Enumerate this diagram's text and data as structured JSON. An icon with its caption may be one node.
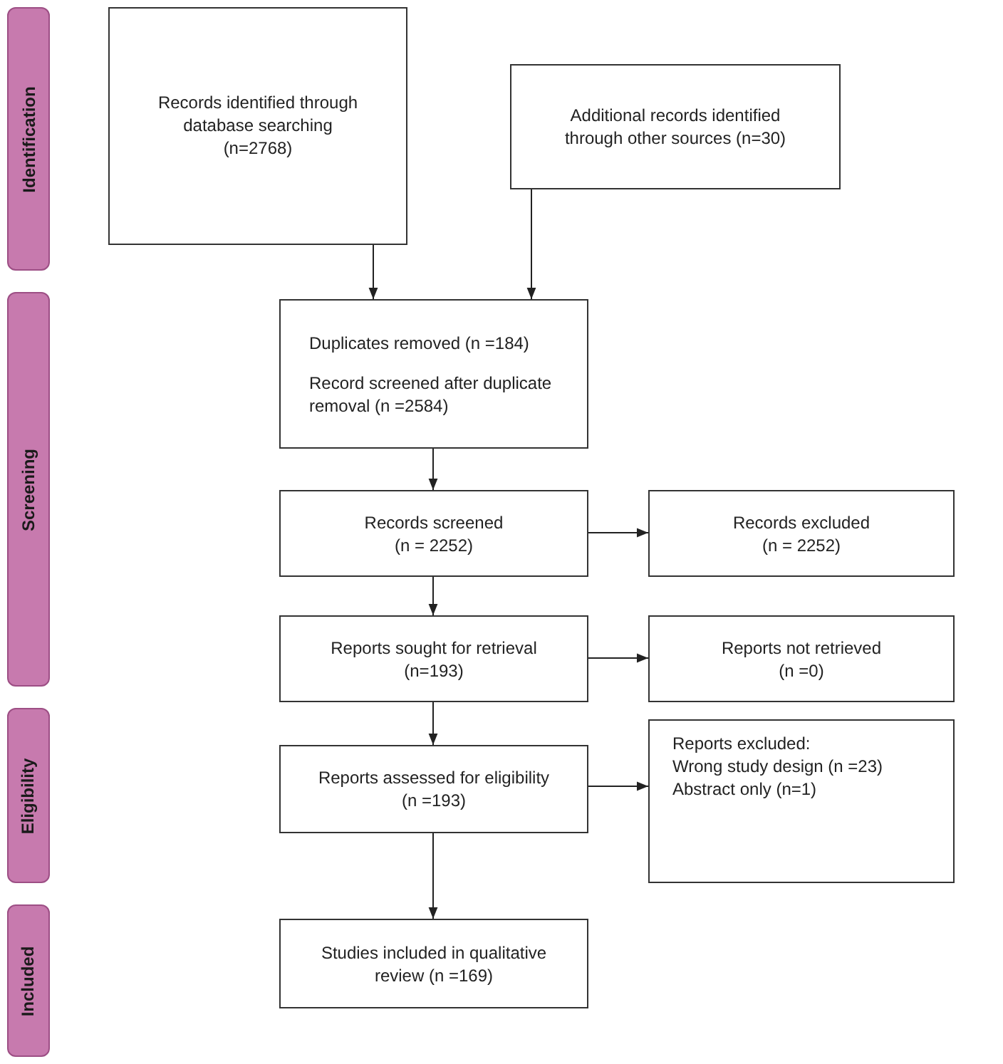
{
  "diagram": {
    "nodes": [
      {
        "text": [
          "Identification"
        ]
      },
      {
        "text": [
          "Records identified through database searching (n=2768)"
        ]
      },
      {
        "text": [
          "Additional records identified through other sources (n=30)"
        ]
      },
      {
        "text": [
          "Screening"
        ]
      },
      {
        "text": [
          "Duplicates removed (n =184)",
          "Record screened after duplicate removal (n =2584)"
        ]
      },
      {
        "text": [
          "Records screened (n = 2252)"
        ]
      },
      {
        "text": [
          "Records excluded (n = 2252)"
        ]
      },
      {
        "text": [
          "Reports sought for retrieval (n=193)"
        ]
      },
      {
        "text": [
          "Reports not retrieved (n =0)"
        ]
      },
      {
        "text": [
          "Eligibility"
        ]
      },
      {
        "text": [
          "Reports assessed for eligibility (n =193)"
        ]
      },
      {
        "text": [
          "Reports excluded:",
          "Wrong study design (n =23)",
          "Abstract only (n=1)"
        ]
      },
      {
        "text": [
          "Included"
        ]
      },
      {
        "text": [
          "Studies included in qualitative review (n =169)"
        ]
      }
    ],
    "edges": [
      {
        "from": 1,
        "to": 4,
        "arrow": "to"
      },
      {
        "from": 2,
        "to": 4,
        "arrow": "to"
      },
      {
        "from": 4,
        "to": 5,
        "arrow": "to"
      },
      {
        "from": 5,
        "to": 6,
        "arrow": "to"
      },
      {
        "from": 5,
        "to": 7,
        "arrow": "to"
      },
      {
        "from": 7,
        "to": 8,
        "arrow": "to"
      },
      {
        "from": 7,
        "to": 10,
        "arrow": "to"
      },
      {
        "from": 10,
        "to": 11,
        "arrow": "to"
      },
      {
        "from": 10,
        "to": 13,
        "arrow": "to"
      }
    ]
  }
}
